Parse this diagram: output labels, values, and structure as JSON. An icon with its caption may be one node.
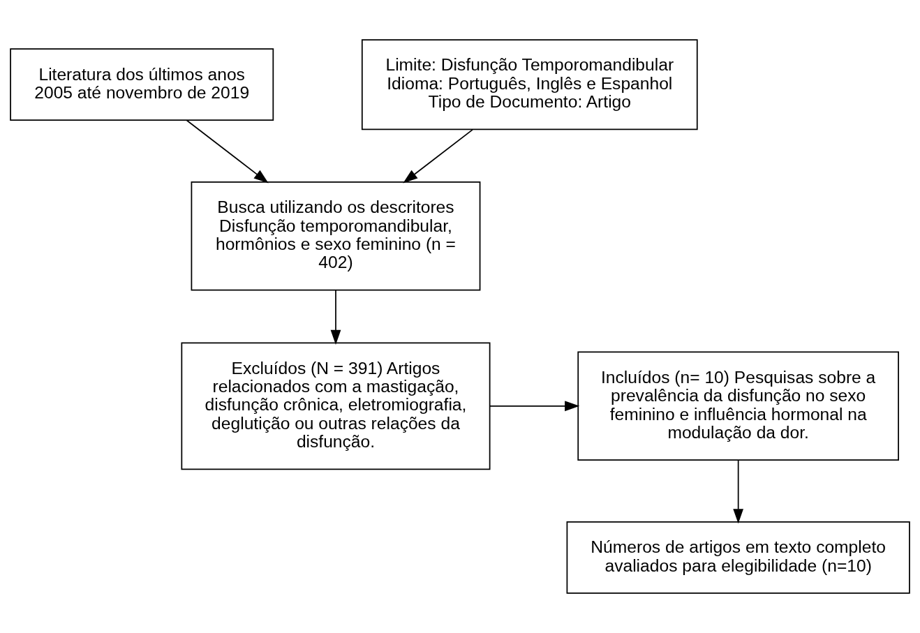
{
  "diagram": {
    "nodes": [
      {
        "text": [
          "Literatura dos últimos anos 2005 até novembro de 2019"
        ]
      },
      {
        "text": [
          "Limite: Disfunção Temporomandibular",
          "Idioma: Português, Inglês e Espanhol",
          "Tipo de Documento: Artigo"
        ]
      },
      {
        "text": [
          "Busca utilizando os descritores Disfunção temporomandibular, hormônios e sexo feminino (n = 402)"
        ]
      },
      {
        "text": [
          "Excluídos (N = 391) Artigos relacionados com a mastigação, disfunção crônica, eletromiografia, deglutição ou outras relações da disfunção."
        ]
      },
      {
        "text": [
          "Incluídos (n= 10) Pesquisas sobre a prevalência da disfunção no sexo feminino e influência hormonal na modulação da dor."
        ]
      },
      {
        "text": [
          "Números de artigos em texto completo avaliados para elegibilidade (n=10)"
        ]
      }
    ],
    "edges": [
      {
        "from": 0,
        "to": 2,
        "arrow": "to"
      },
      {
        "from": 1,
        "to": 2,
        "arrow": "to"
      },
      {
        "from": 2,
        "to": 3,
        "arrow": "to"
      },
      {
        "from": 3,
        "to": 4,
        "arrow": "to"
      },
      {
        "from": 4,
        "to": 5,
        "arrow": "to"
      }
    ]
  }
}
